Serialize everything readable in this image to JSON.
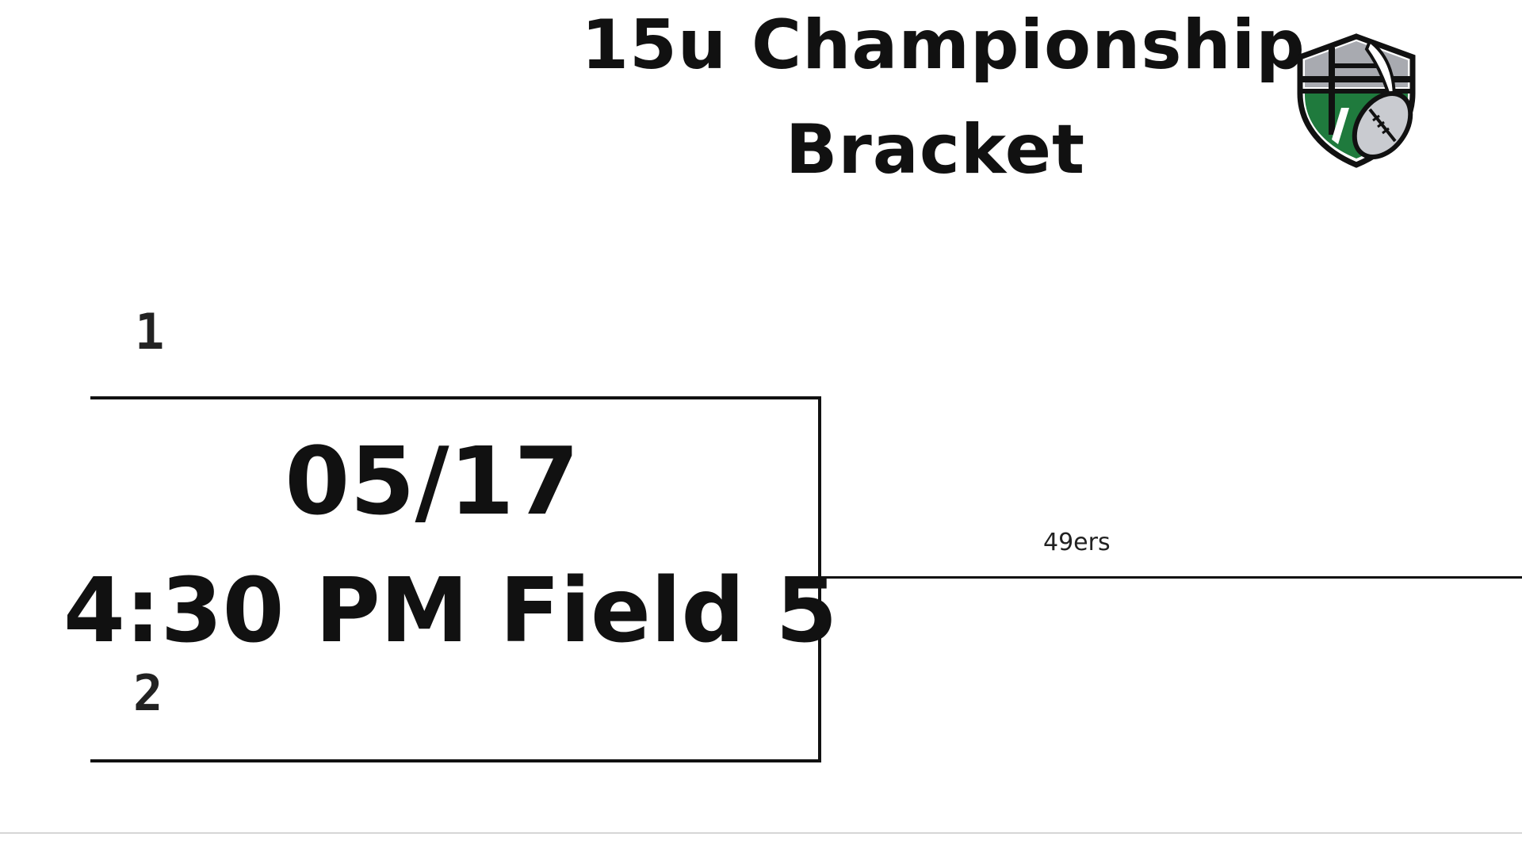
{
  "header": {
    "title_line_1": "15u Championship",
    "title_line_2": "Bracket",
    "logo_icon": "football-shield-logo-icon"
  },
  "bracket": {
    "seed_top": "1",
    "seed_bottom": "2",
    "game_date": "05/17",
    "game_time_field": "4:30 PM Field 5",
    "winner_label": "49ers"
  },
  "colors": {
    "text": "#111111",
    "logo_green": "#1f7a3d",
    "logo_gray": "#a8aab0",
    "line": "#111111"
  }
}
